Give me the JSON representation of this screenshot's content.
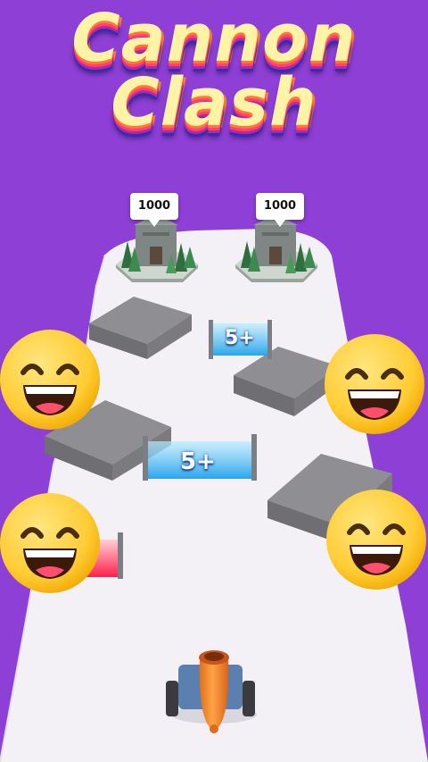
{
  "title": {
    "line1": "Cannon",
    "line2": "Clash"
  },
  "towers": [
    {
      "hp_label": "1000"
    },
    {
      "hp_label": "1000"
    }
  ],
  "gates": [
    {
      "label": "5+",
      "color": "#4fc3f7"
    },
    {
      "label": "5+",
      "color": "#4fc3f7"
    },
    {
      "label": "",
      "color": "#ff3355"
    }
  ],
  "colors": {
    "background": "#8e3fd6",
    "track": "#f3f1f6",
    "cannon": "#f68a2c",
    "block": "#8f8f93"
  },
  "emoji": [
    "grinning-face",
    "grinning-face",
    "grinning-face",
    "grinning-face"
  ]
}
